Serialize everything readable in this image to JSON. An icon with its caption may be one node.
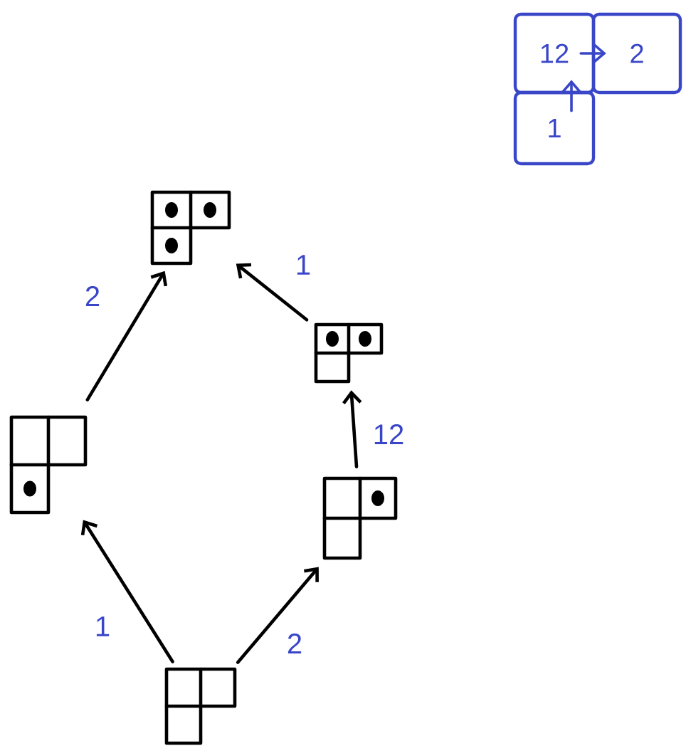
{
  "diagram": {
    "nodes": [
      {
        "text": [
          "12"
        ]
      },
      {
        "text": [
          "2"
        ]
      },
      {
        "text": [
          "1"
        ]
      },
      {
        "text": [],
        "shape": "box"
      },
      {
        "text": [],
        "shape": "box"
      },
      {
        "text": [],
        "shape": "box"
      },
      {
        "text": [],
        "shape": "box"
      },
      {
        "text": [],
        "shape": "box"
      }
    ],
    "edges": [
      {
        "from": 0,
        "to": 1,
        "arrow": "to",
        "color": "#3a46c8"
      },
      {
        "from": 2,
        "to": 0,
        "arrow": "to",
        "color": "#3a46c8"
      },
      {
        "from": 7,
        "to": 5,
        "arrow": "to",
        "label": "1"
      },
      {
        "from": 7,
        "to": 6,
        "arrow": "to",
        "label": "2"
      },
      {
        "from": 6,
        "to": 4,
        "arrow": "to",
        "label": "12"
      },
      {
        "from": 4,
        "to": 3,
        "arrow": "to",
        "label": "1"
      },
      {
        "from": 5,
        "to": 3,
        "arrow": "to",
        "label": "2"
      }
    ]
  }
}
